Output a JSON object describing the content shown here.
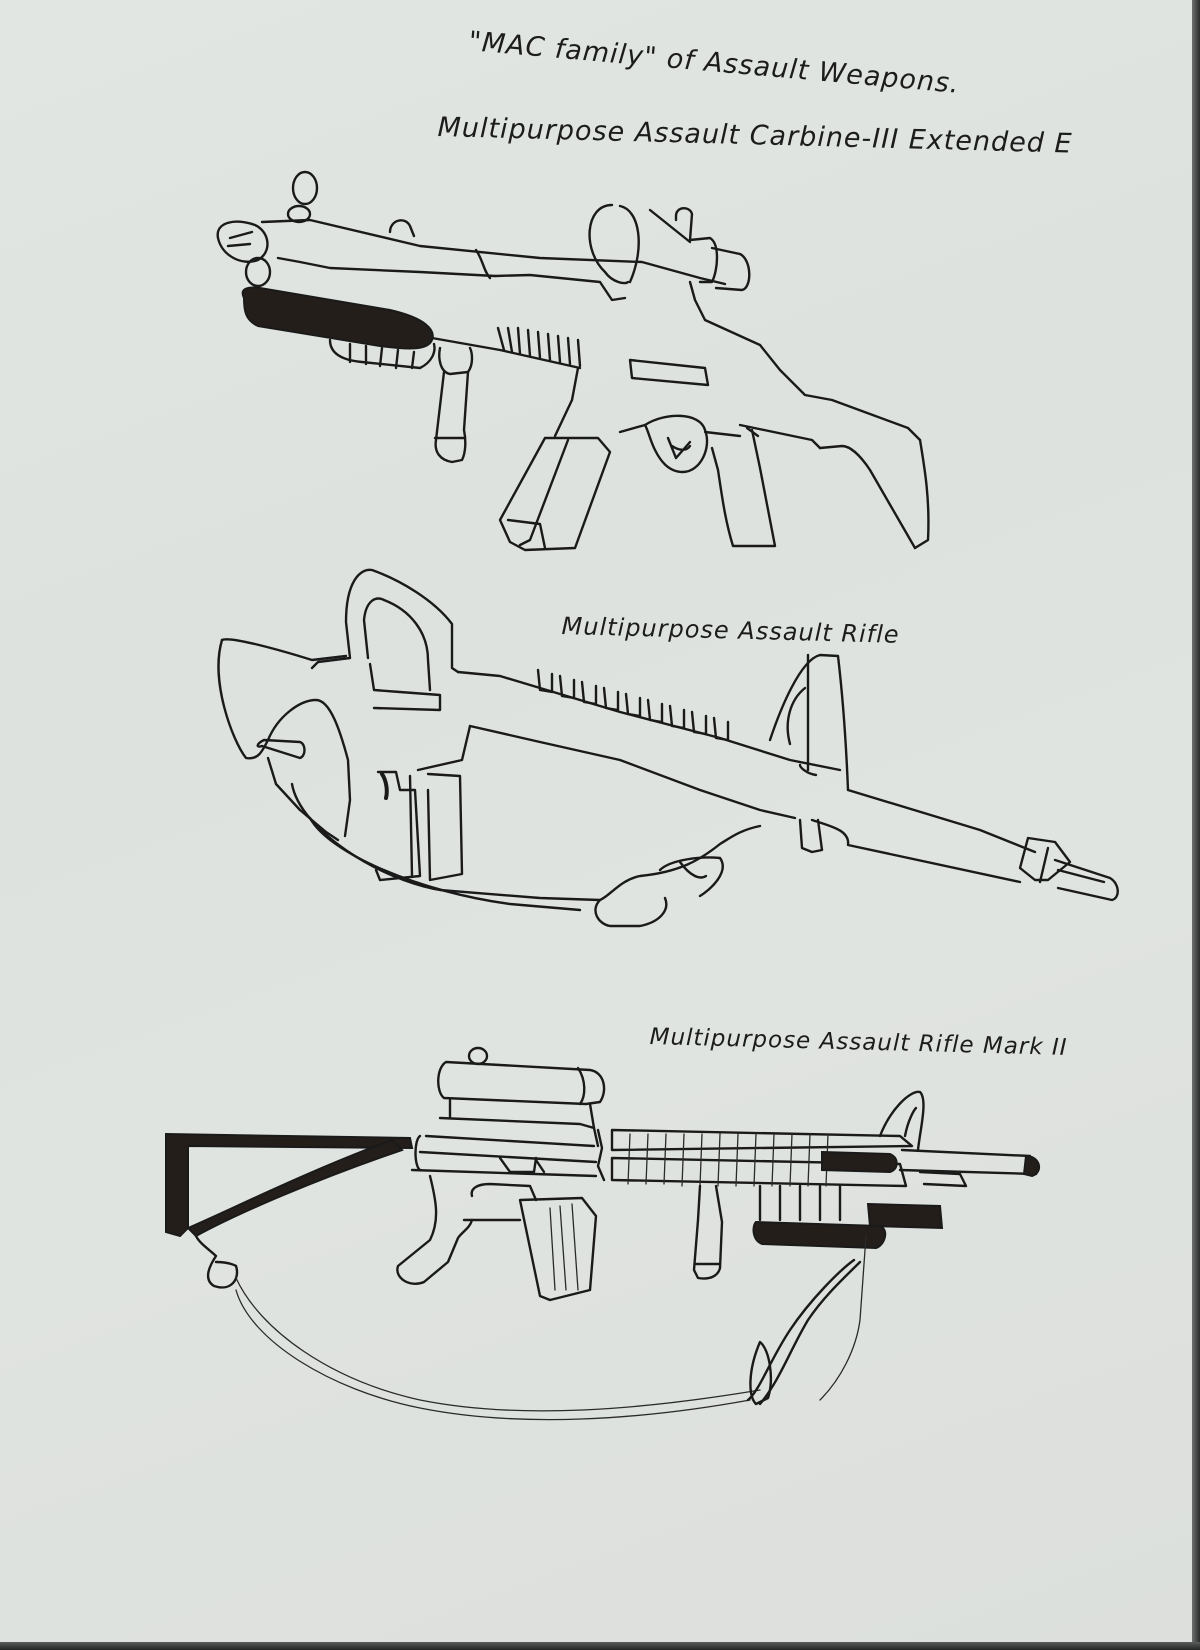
{
  "page": {
    "title": "\"MAC family\" of Assault Weapons.",
    "paper_color": "#dfe3df",
    "ink_color": "#1a1a1a"
  },
  "drawings": [
    {
      "label": "Multipurpose Assault Carbine-III Extended E",
      "subject": "compact carbine with scope, suppressor, vertical foregrip, magazine and stock"
    },
    {
      "label": "Multipurpose Assault Rifle",
      "subject": "rifle with carry handle, front sight post, flash hider, magazine and sling"
    },
    {
      "label": "Multipurpose Assault Rifle Mark II",
      "subject": "rifle with scope, rail handguard, vertical foregrip, magazine, stock and sling"
    }
  ]
}
